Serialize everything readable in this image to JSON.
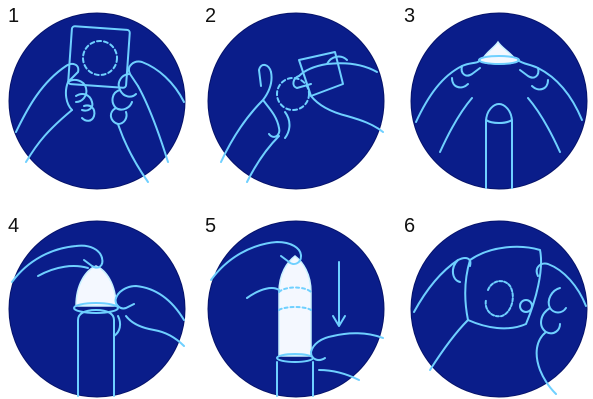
{
  "colors": {
    "disc_fill": "#0a1d8a",
    "disc_fill_dark": "#06136a",
    "line": "#6fd0ff",
    "line_bright": "#c9f1ff",
    "white_shape": "#f4f8ff",
    "background": "#ffffff"
  },
  "steps": [
    {
      "number": "1",
      "icon": "open-condom-wrapper-illustration"
    },
    {
      "number": "2",
      "icon": "remove-condom-from-wrapper-illustration"
    },
    {
      "number": "3",
      "icon": "pinch-condom-tip-illustration"
    },
    {
      "number": "4",
      "icon": "place-condom-on-tip-illustration"
    },
    {
      "number": "5",
      "icon": "roll-condom-down-illustration"
    },
    {
      "number": "6",
      "icon": "remove-and-discard-condom-illustration"
    }
  ]
}
